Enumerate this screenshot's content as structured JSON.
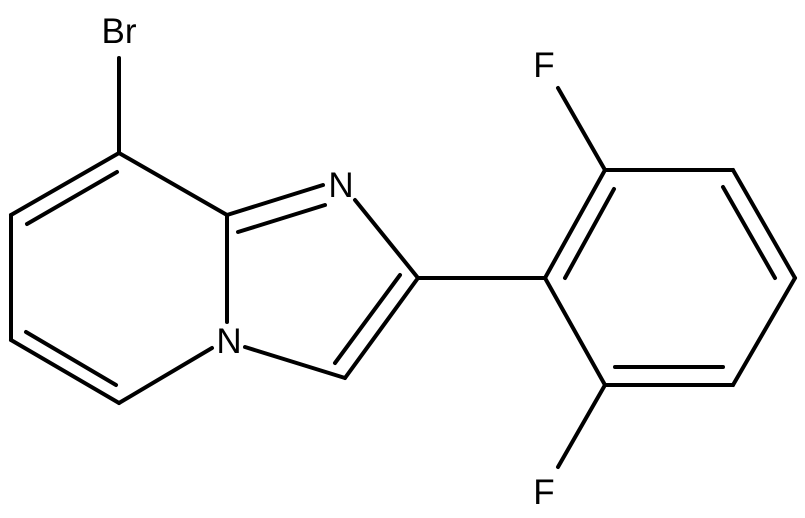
{
  "molecule": {
    "atoms": {
      "br": "Br",
      "n_imine": "N",
      "n_bridge": "N",
      "f_top": "F",
      "f_bottom": "F"
    },
    "colors": {
      "bond": "#000000",
      "label": "#000000",
      "background": "#ffffff"
    }
  }
}
